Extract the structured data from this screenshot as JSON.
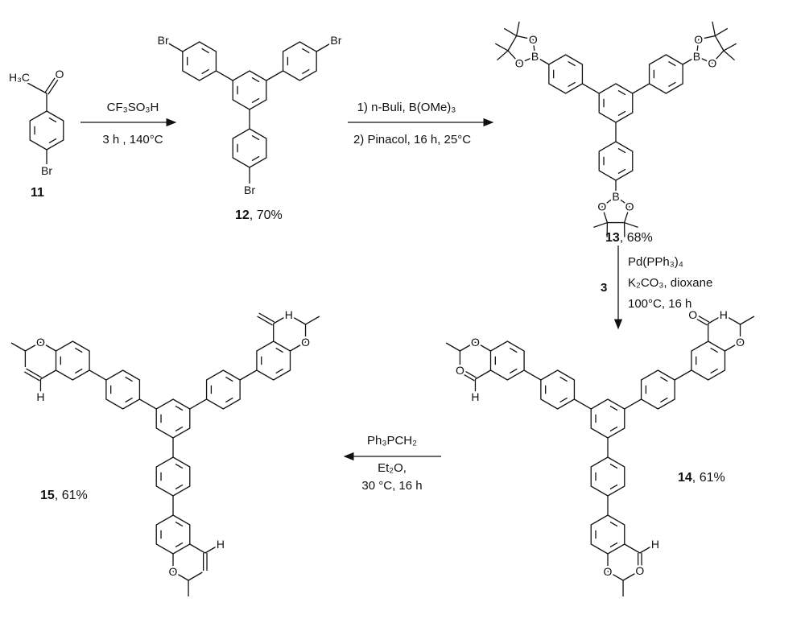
{
  "compounds": {
    "c11": {
      "number": "11",
      "atoms": {
        "methyl": "H₃C",
        "oxygen": "O",
        "bromine": "Br"
      }
    },
    "c12": {
      "number": "12",
      "yield": ", 70%",
      "atoms": {
        "bromine": "Br"
      }
    },
    "c13": {
      "number": "13",
      "yield": ", 68%",
      "atoms": {
        "boron": "B",
        "oxygen": "O"
      }
    },
    "c14": {
      "number": "14",
      "yield": ", 61%",
      "atoms": {
        "oxygen": "O",
        "hydrogen": "H"
      }
    },
    "c15": {
      "number": "15",
      "yield": ", 61%",
      "atoms": {
        "oxygen": "O",
        "hydrogen": "H"
      }
    }
  },
  "steps": [
    {
      "reagent": "CF₃SO₃H",
      "conditions": "3 h , 140°C"
    },
    {
      "reagent_1": "1) n-Buli, B(OMe)₃",
      "reagent_2": "2)  Pinacol, 16 h,  25°C"
    },
    {
      "side_label": "3",
      "line_1": "Pd(PPh₃)₄",
      "line_2": "K₂CO₃, dioxane",
      "line_3": "100°C, 16 h"
    },
    {
      "line_1": "Ph₃PCH₂",
      "line_2": "Et₂O,",
      "line_3": "30 °C, 16 h"
    }
  ]
}
